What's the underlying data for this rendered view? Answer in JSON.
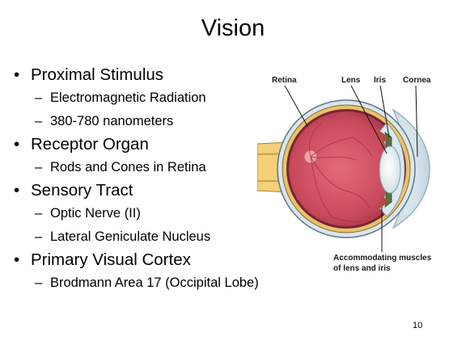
{
  "title": "Vision",
  "bullets": [
    {
      "text": "Proximal Stimulus",
      "sub": [
        "Electromagnetic Radiation",
        "380-780 nanometers"
      ]
    },
    {
      "text": "Receptor Organ",
      "sub": [
        "Rods and Cones in Retina"
      ]
    },
    {
      "text": "Sensory Tract",
      "sub": [
        "Optic Nerve (II)",
        "Lateral Geniculate Nucleus"
      ]
    },
    {
      "text": "Primary Visual Cortex",
      "sub": [
        "Brodmann Area 17 (Occipital Lobe)"
      ]
    }
  ],
  "bullet_symbol": "•",
  "sub_symbol": "–",
  "figure": {
    "labels": {
      "retina": "Retina",
      "lens": "Lens",
      "iris": "Iris",
      "cornea": "Cornea",
      "muscles_line1": "Accommodating muscles",
      "muscles_line2": "of lens and iris"
    }
  },
  "page_number": "10"
}
